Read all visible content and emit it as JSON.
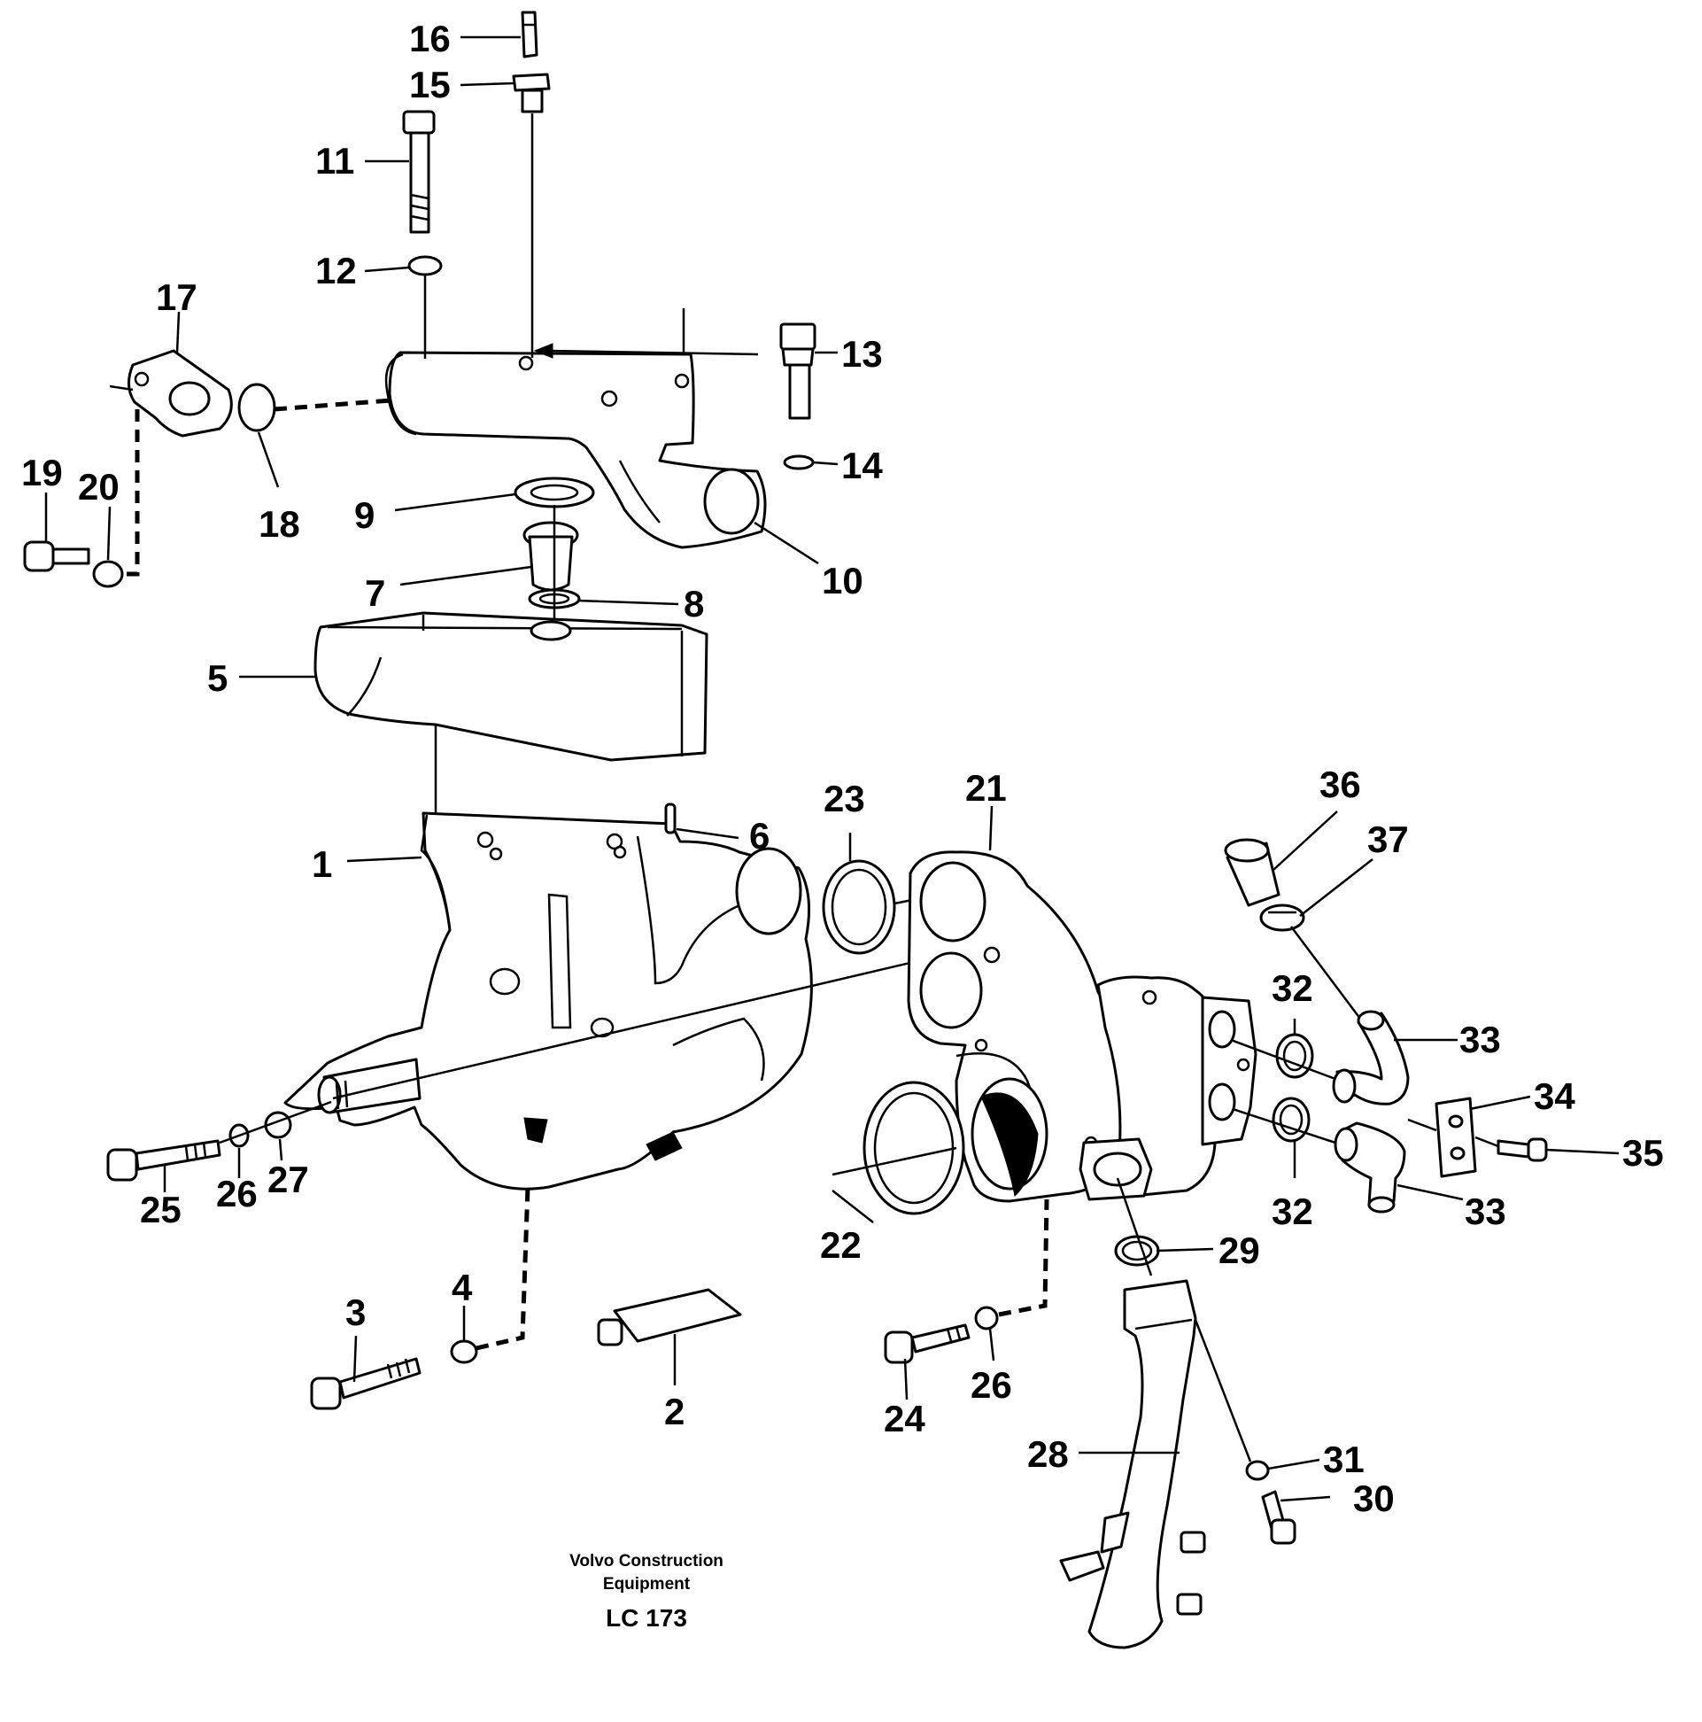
{
  "callouts": {
    "c1": "1",
    "c2": "2",
    "c3": "3",
    "c4": "4",
    "c5": "5",
    "c6": "6",
    "c7": "7",
    "c8": "8",
    "c9": "9",
    "c10": "10",
    "c11": "11",
    "c12": "12",
    "c13": "13",
    "c14": "14",
    "c15": "15",
    "c16": "16",
    "c17": "17",
    "c18": "18",
    "c19": "19",
    "c20": "20",
    "c21": "21",
    "c22": "22",
    "c23": "23",
    "c24": "24",
    "c25": "25",
    "c26a": "26",
    "c26b": "26",
    "c27": "27",
    "c28": "28",
    "c29": "29",
    "c30": "30",
    "c31": "31",
    "c32a": "32",
    "c32b": "32",
    "c33a": "33",
    "c33b": "33",
    "c34": "34",
    "c35": "35",
    "c36": "36",
    "c37": "37"
  },
  "footer": {
    "company_line1": "Volvo Construction",
    "company_line2": "Equipment",
    "code": "LC 173"
  }
}
